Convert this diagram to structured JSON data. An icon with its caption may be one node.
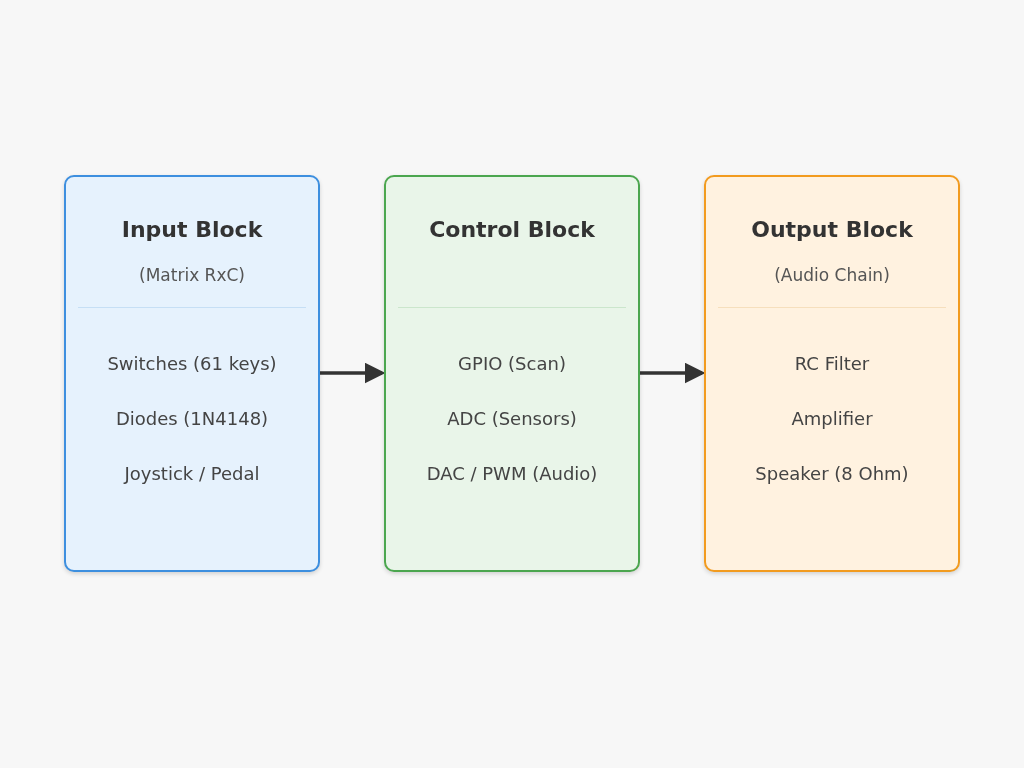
{
  "diagram": {
    "nodes": [
      {
        "text": [
          "Input Block",
          "(Matrix RxC)",
          "Switches (61 keys)",
          "Diodes (1N4148)",
          "Joystick / Pedal"
        ]
      },
      {
        "text": [
          "Control Block",
          "GPIO (Scan)",
          "ADC (Sensors)",
          "DAC / PWM (Audio)"
        ]
      },
      {
        "text": [
          "Output Block",
          "(Audio Chain)",
          "RC Filter",
          "Amplifier",
          "Speaker (8 Ohm)"
        ]
      }
    ],
    "edges": [
      {
        "from": 0,
        "to": 1,
        "arrow": "to"
      },
      {
        "from": 1,
        "to": 2,
        "arrow": "to"
      }
    ]
  }
}
